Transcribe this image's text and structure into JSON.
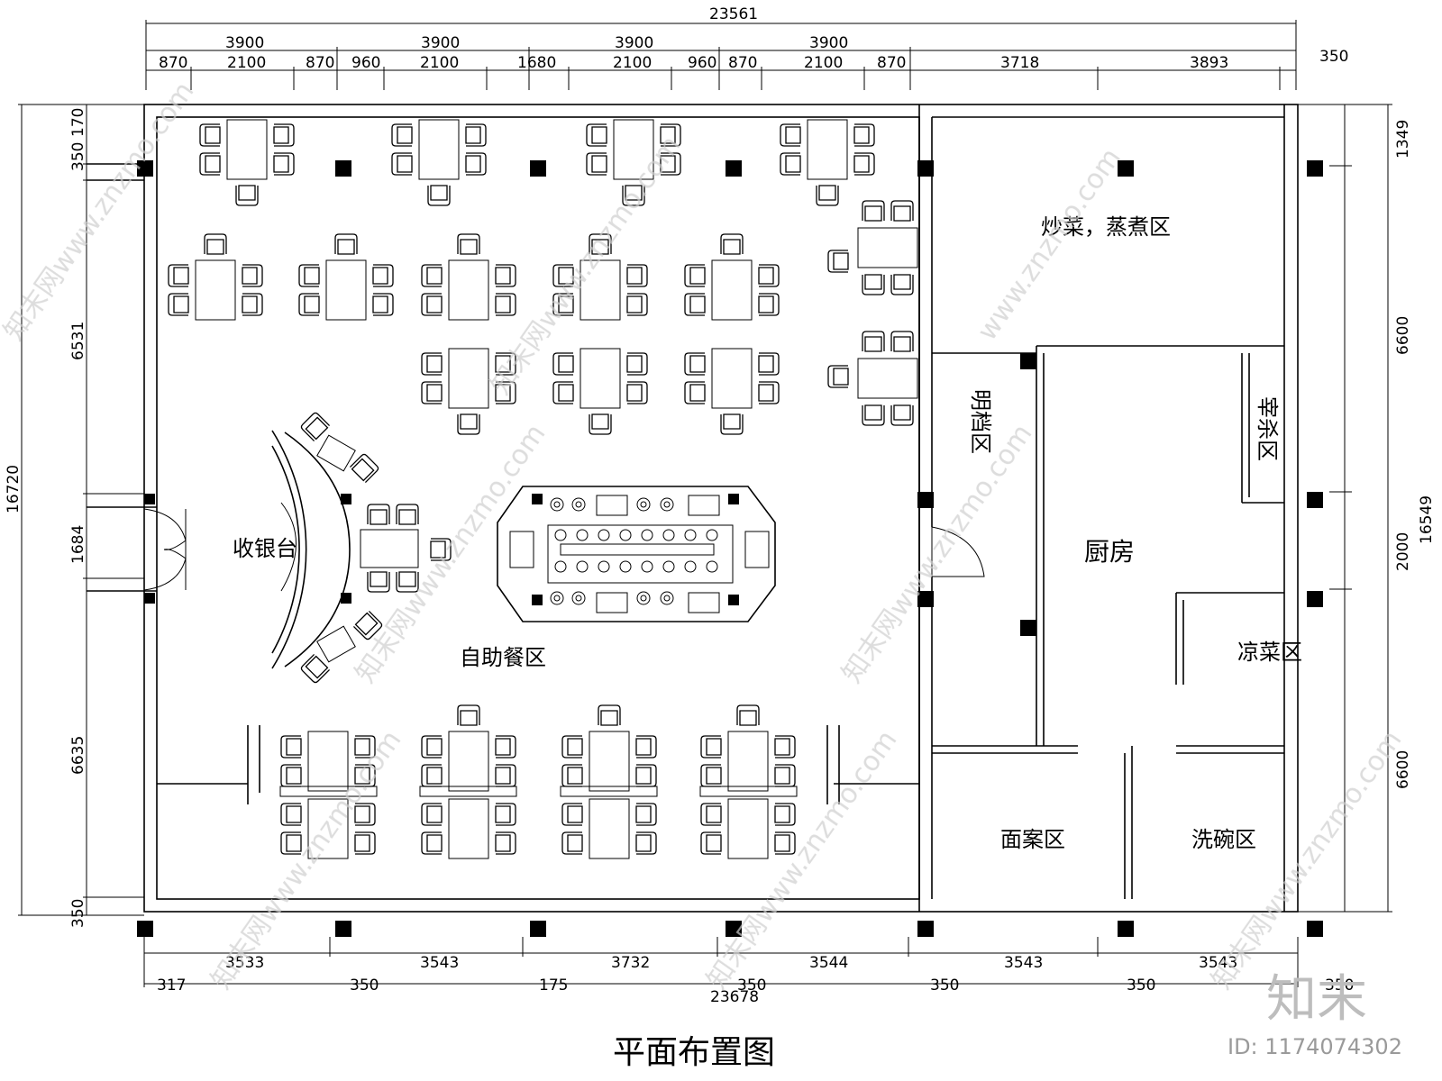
{
  "plan": {
    "title": "平面布置图",
    "rooms": {
      "dining": "自助餐区",
      "cashier": "收银台",
      "stirfry": "炒菜，蒸煮区",
      "mingdang": "明档区",
      "slaughter": "宰杀区",
      "kitchen": "厨房",
      "cold": "凉菜区",
      "dough": "面案区",
      "wash": "洗碗区"
    },
    "dims_top": {
      "total": "23561",
      "bays": [
        "3900",
        "3900",
        "3900",
        "3900",
        "3718",
        "3893",
        "350"
      ],
      "sub": [
        "870",
        "2100",
        "870",
        "960",
        "2100",
        "1680",
        "2100",
        "960",
        "870",
        "2100",
        "870"
      ]
    },
    "dims_bottom": {
      "total": "23678",
      "bays": [
        "3533",
        "3543",
        "3732",
        "3544",
        "3543",
        "3543"
      ],
      "cols": [
        "317",
        "350",
        "175",
        "350",
        "350",
        "350",
        "350"
      ]
    },
    "dims_left": [
      "16720",
      "170",
      "350",
      "6531",
      "1684",
      "6635",
      "350"
    ],
    "dims_right": [
      "1349",
      "6600",
      "16549",
      "2000",
      "6600"
    ],
    "watermarks": [
      "知末网www.znzmo.com",
      "www.znzmo.com"
    ],
    "brand": {
      "logo": "知末",
      "id": "ID: 1174074302"
    }
  }
}
